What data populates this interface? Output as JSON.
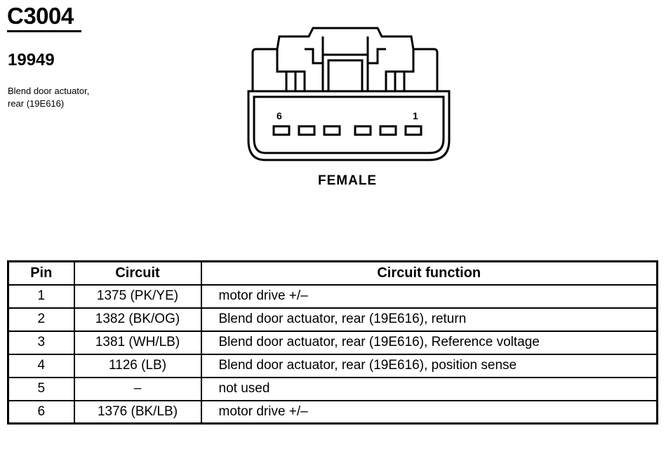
{
  "connector": {
    "id": "C3004",
    "part_number": "19949",
    "description_line1": "Blend door actuator,",
    "description_line2": "rear (19E616)",
    "gender": "FEMALE",
    "pin_label_left": "6",
    "pin_label_right": "1",
    "cavity_count": 6
  },
  "table": {
    "headers": {
      "pin": "Pin",
      "circuit": "Circuit",
      "function": "Circuit function"
    },
    "rows": [
      {
        "pin": "1",
        "circuit": "1375 (PK/YE)",
        "function": "motor drive +/–"
      },
      {
        "pin": "2",
        "circuit": "1382 (BK/OG)",
        "function": "Blend door actuator, rear (19E616), return"
      },
      {
        "pin": "3",
        "circuit": "1381 (WH/LB)",
        "function": "Blend door actuator, rear (19E616), Reference voltage"
      },
      {
        "pin": "4",
        "circuit": "1126 (LB)",
        "function": "Blend door actuator, rear (19E616), position sense"
      },
      {
        "pin": "5",
        "circuit": "–",
        "function": "not used"
      },
      {
        "pin": "6",
        "circuit": "1376 (BK/LB)",
        "function": "motor drive +/–"
      }
    ]
  }
}
